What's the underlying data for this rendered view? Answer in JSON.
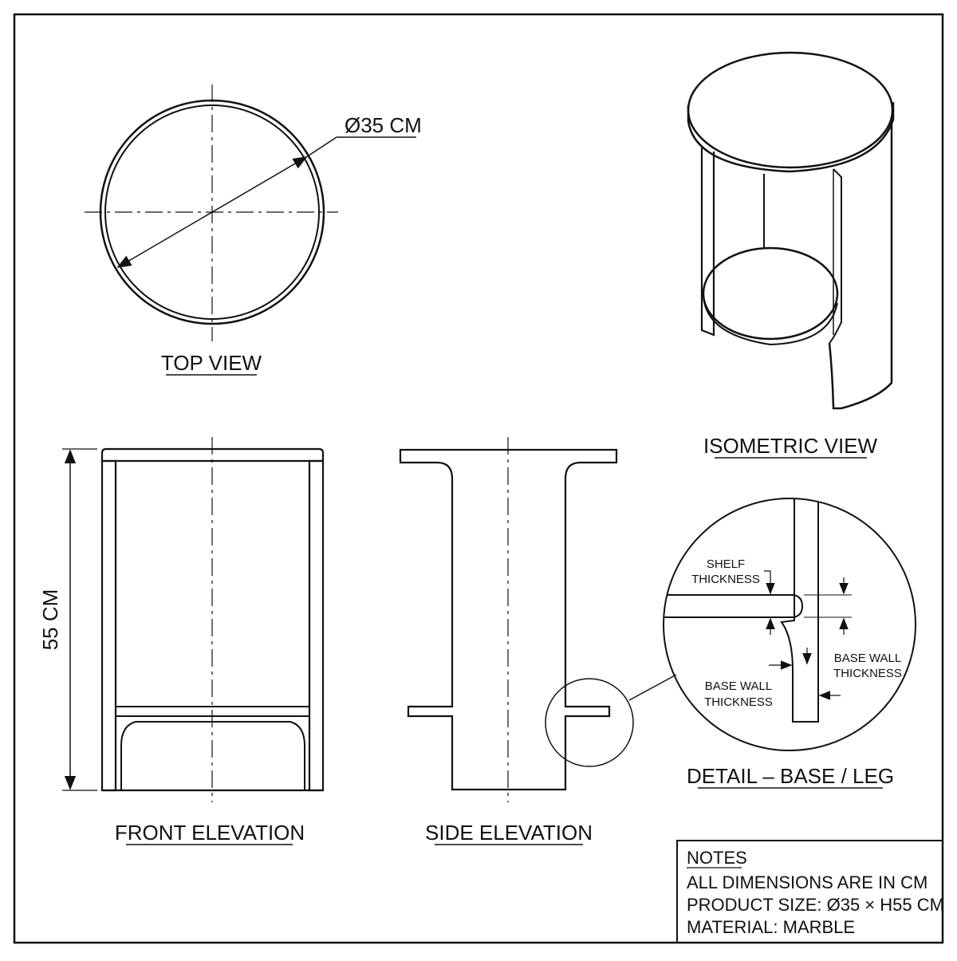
{
  "views": {
    "top": {
      "title": "TOP VIEW",
      "diameter_label": "Ø35 CM"
    },
    "isometric": {
      "title": "ISOMETRIC VIEW"
    },
    "front": {
      "title": "FRONT ELEVATION",
      "height_label": "55 CM"
    },
    "side": {
      "title": "SIDE ELEVATION"
    },
    "detail": {
      "title": "DETAIL – BASE / LEG",
      "shelf_line1": "SHELF",
      "shelf_line2": "THICKNESS",
      "wall_right_line1": "BASE WALL",
      "wall_right_line2": "THICKNESS",
      "wall_left_line1": "BASE WALL",
      "wall_left_line2": "THICKNESS"
    }
  },
  "notes": {
    "heading": "NOTES",
    "lines": [
      "ALL DIMENSIONS ARE IN CM",
      "PRODUCT SIZE: Ø35 × H55 CM",
      "MATERIAL: MARBLE"
    ]
  }
}
